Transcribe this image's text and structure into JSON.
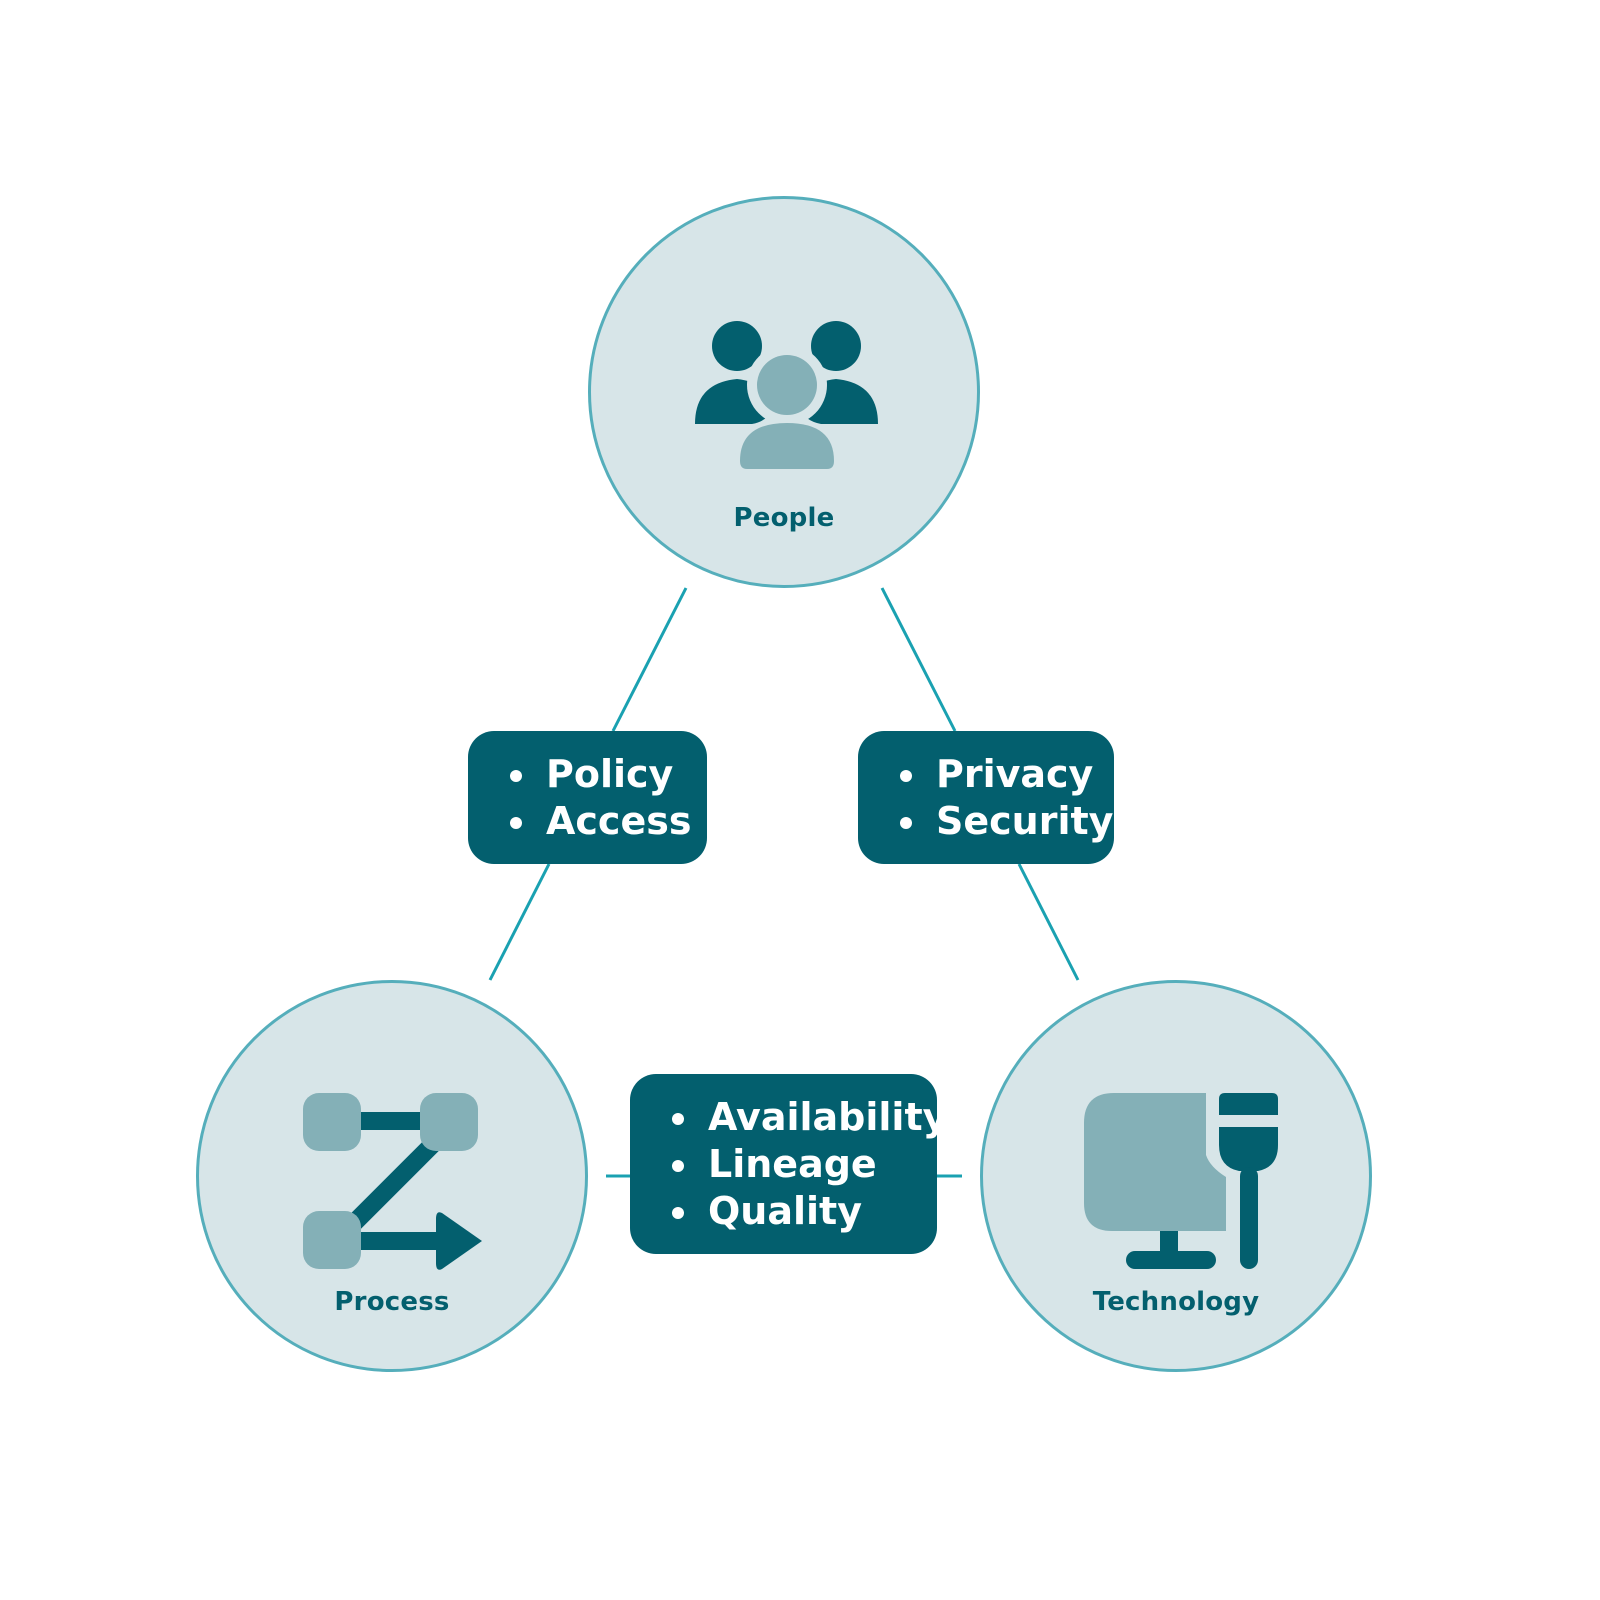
{
  "colors": {
    "node_fill": "#d7e5e8",
    "node_stroke": "#55aebb",
    "connector": "#1aa1b1",
    "dark_teal": "#035f6e",
    "light_teal": "#84b0b7",
    "box_text": "#ffffff"
  },
  "nodes": {
    "people": {
      "label": "People",
      "icon": "people-group-icon"
    },
    "process": {
      "label": "Process",
      "icon": "process-flow-icon"
    },
    "technology": {
      "label": "Technology",
      "icon": "monitor-plug-icon"
    }
  },
  "relationships": {
    "people_process": {
      "items": [
        "Policy",
        "Access"
      ]
    },
    "people_technology": {
      "items": [
        "Privacy",
        "Security"
      ]
    },
    "process_technology": {
      "items": [
        "Availability",
        "Lineage",
        "Quality"
      ]
    }
  }
}
